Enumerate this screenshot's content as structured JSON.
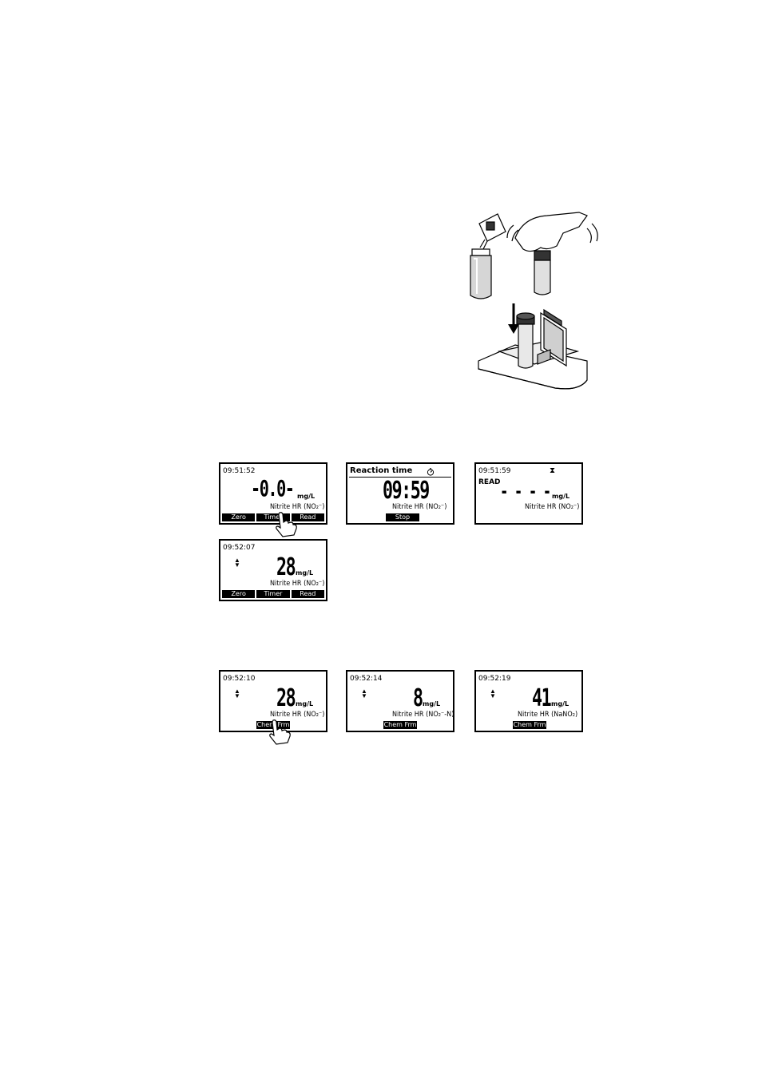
{
  "screens": {
    "s1": {
      "time": "09:51:52",
      "value": "-0.0-",
      "unit": "mg/L",
      "param": "Nitrite HR (NO₂⁻)",
      "keys": [
        "Zero",
        "Timer",
        "Read"
      ]
    },
    "s2": {
      "title": "Reaction time",
      "value": "09:59",
      "param": "Nitrite HR (NO₂⁻)",
      "key": "Stop"
    },
    "s3": {
      "time": "09:51:59",
      "label": "READ",
      "value": "- - - -",
      "unit": "mg/L",
      "param": "Nitrite HR (NO₂⁻)"
    },
    "s4": {
      "time": "09:52:07",
      "value": "28",
      "unit": "mg/L",
      "param": "Nitrite HR (NO₂⁻)",
      "keys": [
        "Zero",
        "Timer",
        "Read"
      ]
    },
    "s5": {
      "time": "09:52:10",
      "value": "28",
      "unit": "mg/L",
      "param": "Nitrite HR (NO₂⁻)",
      "key": "Chem Frm"
    },
    "s6": {
      "time": "09:52:14",
      "value": "8",
      "unit": "mg/L",
      "param": "Nitrite HR (NO₂⁻-N)",
      "key": "Chem Frm"
    },
    "s7": {
      "time": "09:52:19",
      "value": "41",
      "unit": "mg/L",
      "param": "Nitrite HR (NaNO₂)",
      "key": "Chem Frm"
    }
  },
  "icons": {
    "timer": "stopwatch-icon",
    "hourglass": "hourglass-icon",
    "arrows": "up-down-arrows-icon",
    "hand": "pointing-hand-icon"
  }
}
